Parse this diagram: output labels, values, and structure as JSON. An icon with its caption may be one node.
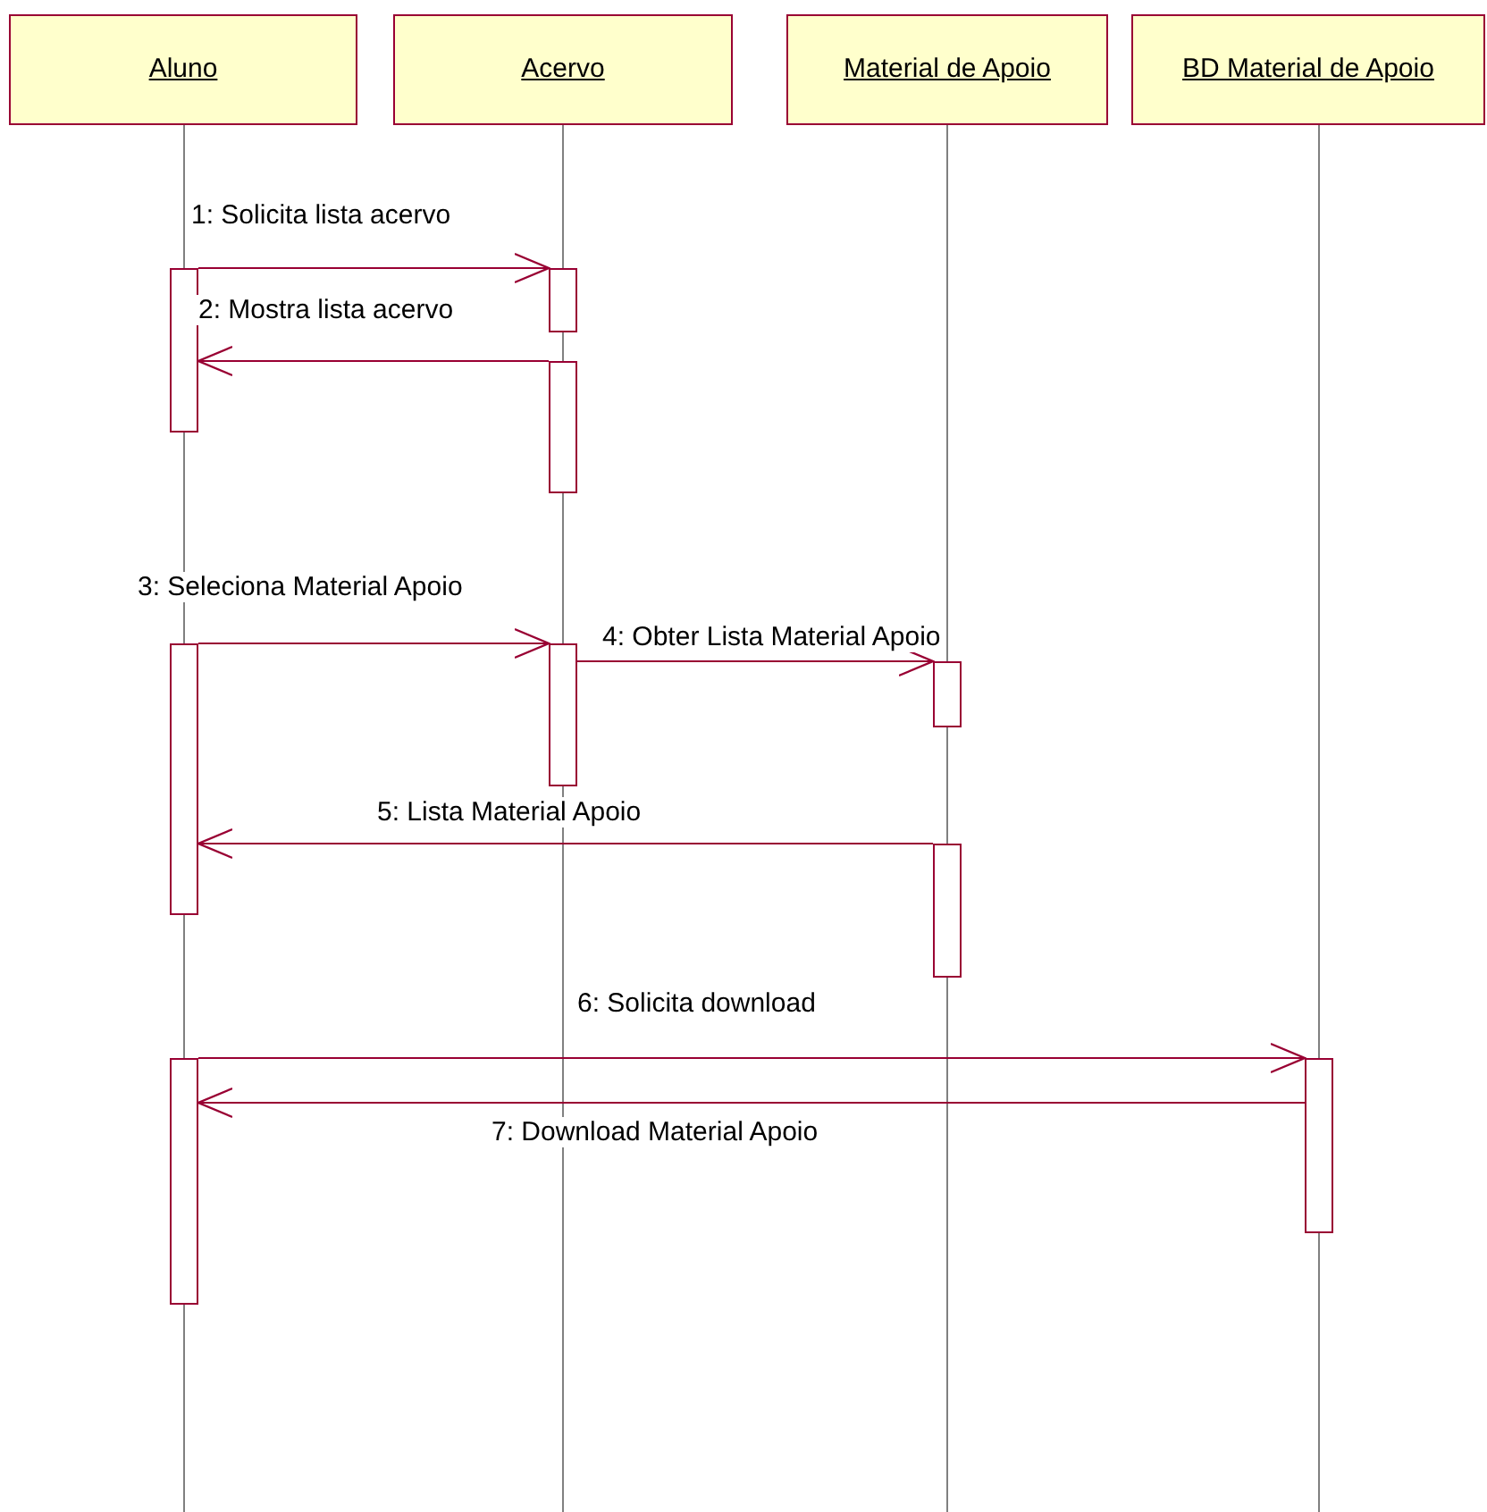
{
  "diagram": {
    "nodes": [
      {
        "text": [
          "Aluno"
        ]
      },
      {
        "text": [
          "Acervo"
        ]
      },
      {
        "text": [
          "Material de Apoio"
        ]
      },
      {
        "text": [
          "BD Material de Apoio"
        ]
      },
      {
        "text": [],
        "shape": "bar"
      },
      {
        "text": [],
        "shape": "bar"
      },
      {
        "text": [],
        "shape": "bar"
      },
      {
        "text": [],
        "shape": "bar"
      },
      {
        "text": [],
        "shape": "bar"
      },
      {
        "text": [],
        "shape": "bar"
      },
      {
        "text": [],
        "shape": "bar"
      },
      {
        "text": [],
        "shape": "bar"
      },
      {
        "text": [],
        "shape": "bar"
      }
    ],
    "edges": [
      {
        "from": 4,
        "to": 5,
        "arrow": "to",
        "label": "1: Solicita lista acervo"
      },
      {
        "from": 6,
        "to": 4,
        "arrow": "to",
        "label": "2: Mostra lista acervo"
      },
      {
        "from": 7,
        "to": 8,
        "arrow": "to",
        "label": "3: Seleciona Material Apoio"
      },
      {
        "from": 8,
        "to": 9,
        "arrow": "to",
        "label": "4: Obter Lista Material Apoio"
      },
      {
        "from": 10,
        "to": 7,
        "arrow": "to",
        "label": "5: Lista Material Apoio"
      },
      {
        "from": 11,
        "to": 12,
        "arrow": "to",
        "label": "6: Solicita download"
      },
      {
        "from": 12,
        "to": 11,
        "arrow": "to",
        "label": "7: Download Material Apoio"
      }
    ]
  }
}
